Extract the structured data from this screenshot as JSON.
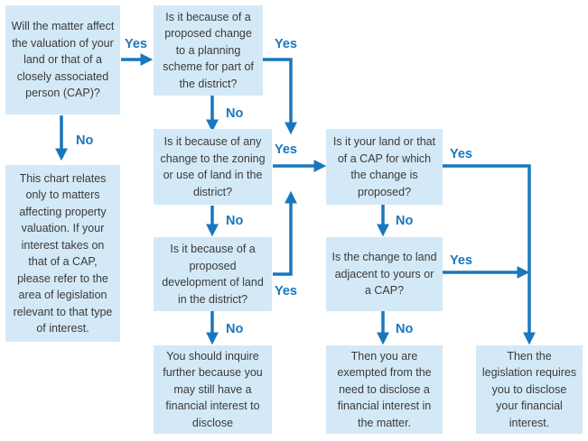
{
  "colors": {
    "box_fill": "#d4e9f7",
    "arrow": "#1877be",
    "label": "#1877be",
    "text": "#3a3a3a"
  },
  "boxes": {
    "q_valuation": "Will the matter affect the valuation of your land or that of a closely associated person (CAP)?",
    "note_property": "This chart relates only to matters affecting property valuation. If your interest takes on that of a CAP, please refer to the area of legislation relevant to that type of interest.",
    "q_planning": "Is it because of a proposed change to a planning scheme for part of the district?",
    "q_zoning": "Is it because of any change to the zoning or use of land in the district?",
    "q_development": "Is it because of a proposed development of land in the district?",
    "r_inquire": "You should inquire further because you may still have a financial interest to disclose",
    "q_your_land": "Is it your land or that of a CAP for which the change is proposed?",
    "q_adjacent": "Is the change to land adjacent to yours or a CAP?",
    "r_exempt": "Then you are exempted from the need to disclose a financial interest in the matter.",
    "r_disclose": "Then the legislation requires you to disclose your financial interest."
  },
  "labels": {
    "yes": "Yes",
    "no": "No"
  }
}
